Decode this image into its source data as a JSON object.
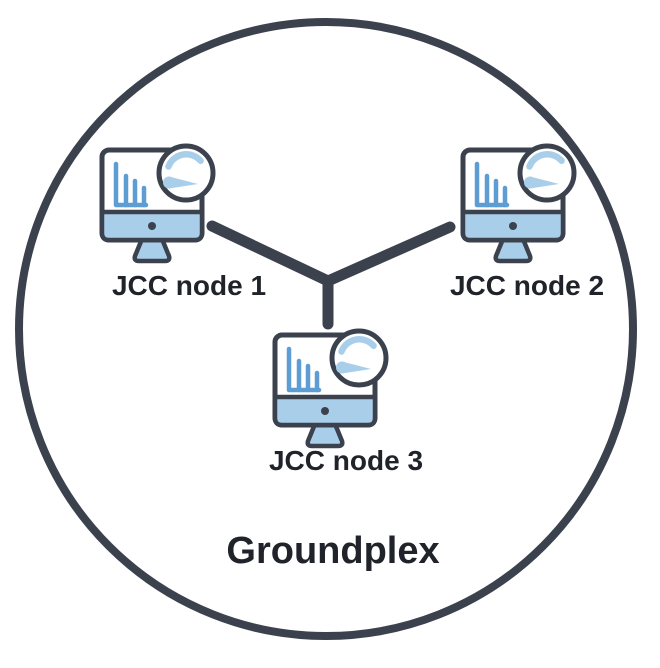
{
  "diagram": {
    "type": "cluster-diagram",
    "container_label": "Groundplex",
    "nodes": [
      {
        "label": "JCC node 1",
        "icon": "monitor-dashboard-icon"
      },
      {
        "label": "JCC node 2",
        "icon": "monitor-dashboard-icon"
      },
      {
        "label": "JCC node 3",
        "icon": "monitor-dashboard-icon"
      }
    ],
    "connector": "y-shaped-hub-connector"
  },
  "icons": {
    "node_icon": "monitor-dashboard-icon",
    "node_icon_parts": [
      "bar-chart-icon",
      "gauge-icon",
      "monitor-stand",
      "monitor-strip"
    ]
  },
  "colors": {
    "outline_dark": "#3b424e",
    "icon_light_blue": "#a9cee9",
    "icon_chart_blue": "#5e9cd4",
    "label_text": "#20242a",
    "background": "#ffffff"
  }
}
